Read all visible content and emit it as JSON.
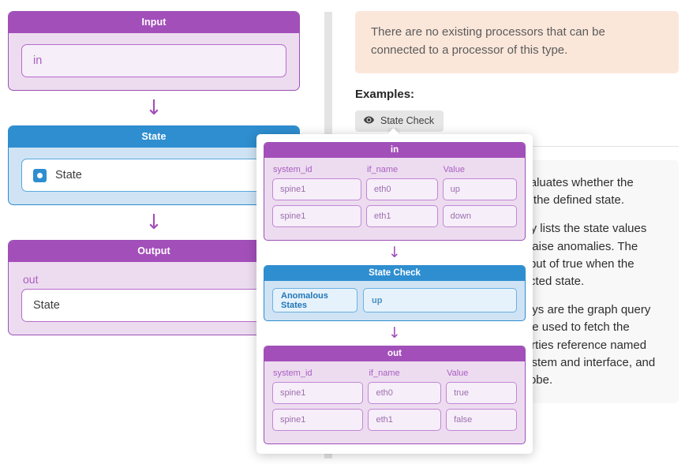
{
  "left_pipeline": {
    "input_node": {
      "title": "Input",
      "field_value": "in"
    },
    "state_node": {
      "title": "State",
      "field_value": "State"
    },
    "output_node": {
      "title": "Output",
      "field_label": "out",
      "field_value": "State"
    },
    "arrow_glyph": "↓"
  },
  "right_panel": {
    "alert_text": "There are no existing processors that can be connected to a processor of this type.",
    "examples_title": "Examples:",
    "example_button": {
      "label": "State Check",
      "icon": "eye-icon"
    },
    "description_paragraphs": [
      "The State Check processor evaluates whether the incoming state series matches the defined state.",
      "The Anomalous States property lists the state values that are considered normal to raise anomalies. The processor emits a boolean output of true when the state does not match the expected state.",
      "The system_id and if_name keys are the graph query properties that can optionally be used to fetch the nodes of interest. These properties reference named nodes in the graph, such as system and interface, and are used to parametrize the probe."
    ]
  },
  "popup": {
    "in_node": {
      "title": "in",
      "columns": [
        "system_id",
        "if_name",
        "Value"
      ],
      "rows": [
        [
          "spine1",
          "eth0",
          "up"
        ],
        [
          "spine1",
          "eth1",
          "down"
        ]
      ]
    },
    "state_check_node": {
      "title": "State Check",
      "property_label": "Anomalous States",
      "property_value": "up"
    },
    "out_node": {
      "title": "out",
      "columns": [
        "system_id",
        "if_name",
        "Value"
      ],
      "rows": [
        [
          "spine1",
          "eth0",
          "true"
        ],
        [
          "spine1",
          "eth1",
          "false"
        ]
      ]
    },
    "arrow_glyph": "↓"
  },
  "colors": {
    "purple_header": "#a34fba",
    "purple_body": "#eddcf0",
    "blue_header": "#2e8ed0",
    "blue_body": "#cfe3f5",
    "alert_bg": "#fbe7da",
    "divider": "#e4e4e4"
  }
}
